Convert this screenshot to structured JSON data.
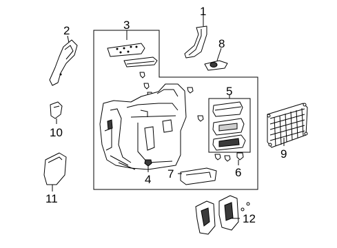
{
  "callouts": {
    "c1": "1",
    "c2": "2",
    "c3": "3",
    "c4": "4",
    "c5": "5",
    "c6": "6",
    "c7": "7",
    "c8": "8",
    "c9": "9",
    "c10": "10",
    "c11": "11",
    "c12": "12"
  },
  "colors": {
    "line": "#000000",
    "background": "#ffffff",
    "shade": "#3a3a3a"
  }
}
